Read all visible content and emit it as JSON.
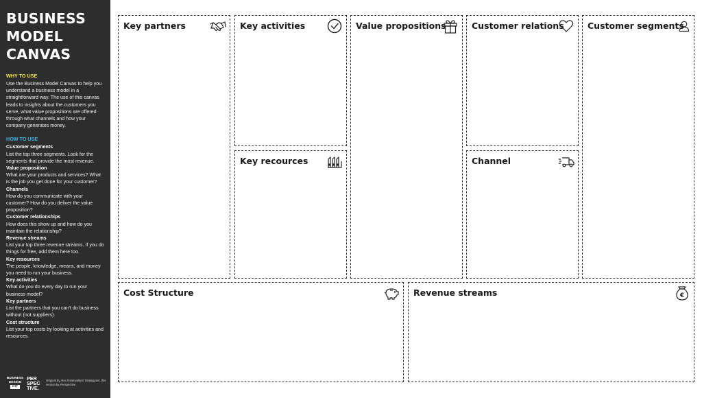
{
  "sidebar": {
    "title": "BUSINESS\nMODEL\nCANVAS",
    "why_heading": "WHY TO USE",
    "why_color": "#f6e84a",
    "why_text": "Use the Business Model Canvas to help you understand a business model in a straightforward way. The use of this canvas leads to insights about the customers you serve, what value propositions are offered through what channels and how your company generates money.",
    "how_heading": "HOW TO USE",
    "how_color": "#3ab6e8",
    "items": [
      {
        "title": "Customer segments",
        "text": "List the top three segments. Look for the segments that provide the most revenue."
      },
      {
        "title": "Value proposition",
        "text": "What are your products and services? What is the job you get done for your customer?"
      },
      {
        "title": "Channels",
        "text": "How do you communicate with your customer? How do you deliver the value proposition?"
      },
      {
        "title": "Customer relationships",
        "text": "How does this show up and how do you maintain the relationship?"
      },
      {
        "title": "Revenue streams",
        "text": "List your top three revenue streams. If you do things for free, add them here too."
      },
      {
        "title": "Key resources",
        "text": "The people, knowledge, means, and money you need to run your business."
      },
      {
        "title": "Key activities",
        "text": "What do you do every day to run your business model?"
      },
      {
        "title": "Key partners",
        "text": "List the partners that you can't do business without (not suppliers)."
      },
      {
        "title": "Cost structure",
        "text": "List your top costs by looking at activities and resources."
      }
    ],
    "footer": {
      "logo_line1": "BUSINESS",
      "logo_line2": "DESIGN",
      "logo_line3": "KIT",
      "logo2": "PER SPEC TIVE.",
      "credit": "Original by Alex Osterwalder/ Strategyzer, this version by Perspective"
    }
  },
  "canvas": {
    "key_partners": {
      "title": "Key partners",
      "icon": "handshake-icon"
    },
    "key_activities": {
      "title": "Key activities",
      "icon": "checkmark-circle-icon"
    },
    "key_resources": {
      "title": "Key recources",
      "icon": "factory-icon"
    },
    "value_propositions": {
      "title": "Value propositions",
      "icon": "gift-icon"
    },
    "customer_relations": {
      "title": "Customer relations",
      "icon": "heart-icon"
    },
    "channel": {
      "title": "Channel",
      "icon": "truck-icon"
    },
    "customer_segments": {
      "title": "Customer segments",
      "icon": "person-icon"
    },
    "cost_structure": {
      "title": "Cost Structure",
      "icon": "piggy-bank-icon"
    },
    "revenue_streams": {
      "title": "Revenue streams",
      "icon": "money-bag-icon"
    }
  }
}
